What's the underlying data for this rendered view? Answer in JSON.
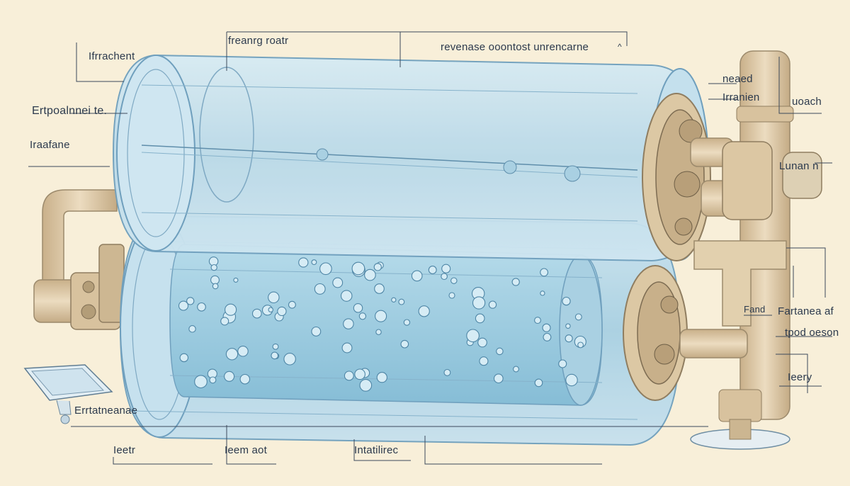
{
  "palette": {
    "paper": "#f8efd9",
    "glass": "#bcdcea",
    "glass_edge": "#6f9fbd",
    "water": "#9ccbe0",
    "pipe": "#dec9a6",
    "pipe_edge": "#9c8a6c",
    "ink": "#2c3a4d"
  },
  "labels": {
    "top_left": "Ifrrachent",
    "top_center": "freanrg roatr",
    "top_wide": "revenase ooontost unrencarne",
    "top_wide_mark": "^",
    "left_upper": "Ertpoalnnei te.",
    "left_mid": "Iraafane",
    "right_a": "neaed",
    "right_b": "Irranien",
    "right_c": "uoach",
    "right_d": "Lunan n",
    "right_e": "Fand",
    "right_f": "Fartanea af",
    "right_g": "tpod oeson",
    "right_h": "Ieery",
    "bottom_left": "Errtatneanae",
    "bottom_a": "Ieetr",
    "bottom_b": "Ieem aot",
    "bottom_c": "Intatilirec"
  }
}
